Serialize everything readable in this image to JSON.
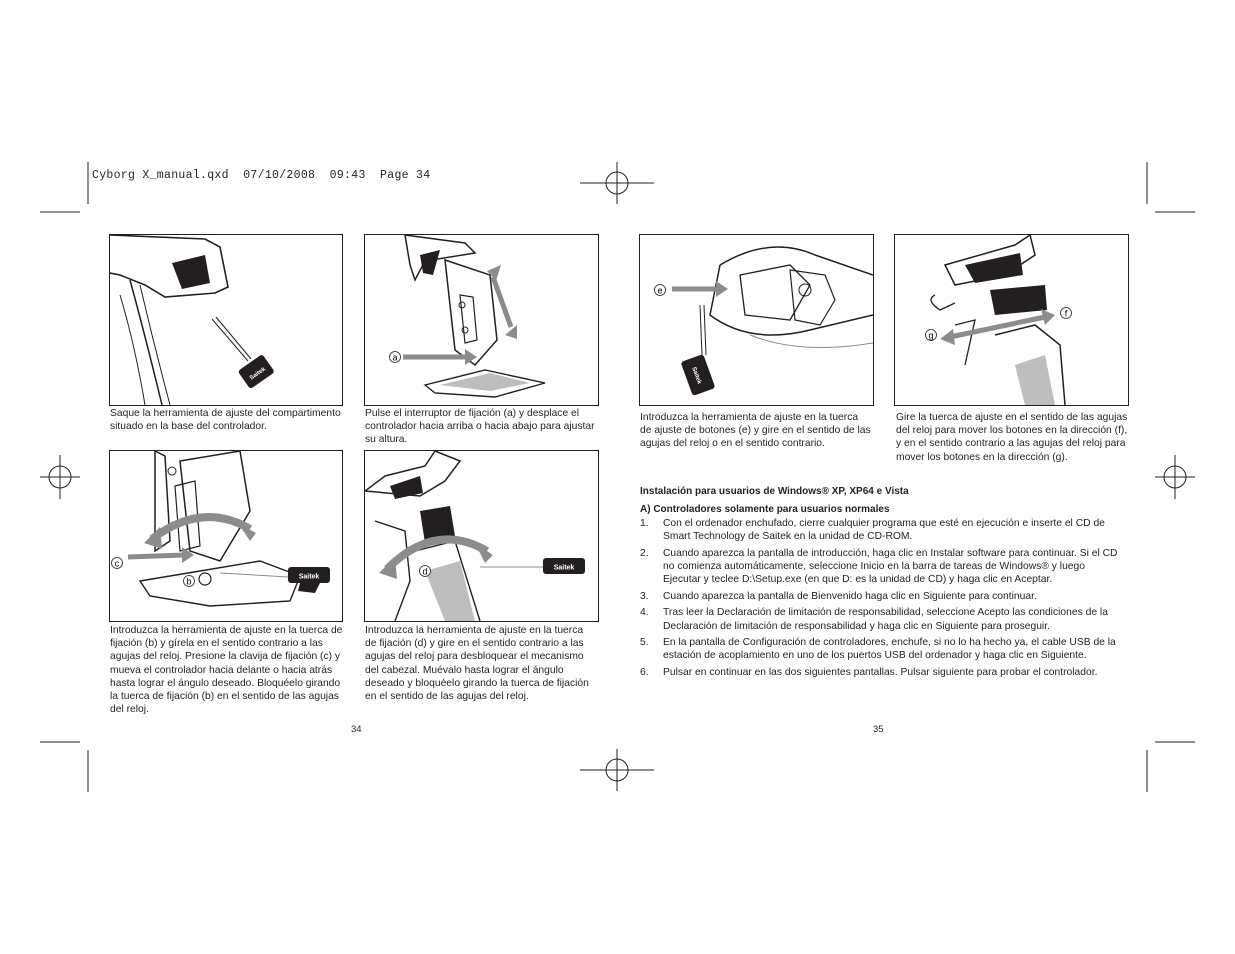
{
  "slug": "Cyborg X_manual.qxd  07/10/2008  09:43  Page 34",
  "left_page": {
    "page_number": "34",
    "figures": [
      {
        "caption": "Saque la herramienta de ajuste del compartimento situado en la base del controlador.",
        "tool_brand": "Saitek"
      },
      {
        "caption": "Pulse el interruptor de fijación (a) y desplace el controlador hacia arriba o hacia abajo para ajustar su altura.",
        "labels": [
          "a"
        ]
      },
      {
        "caption": "Introduzca la herramienta de ajuste en la tuerca de fijación (b) y gírela en el sentido contrario a las agujas del reloj. Presione la clavija de fijación (c) y mueva el controlador hacia delante o hacia atrás hasta lograr el ángulo deseado. Bloquéelo girando la tuerca de fijación (b) en el sentido de las agujas del reloj.",
        "labels": [
          "c",
          "b"
        ],
        "tool_brand": "Saitek"
      },
      {
        "caption": "Introduzca la herramienta de ajuste en la tuerca de fijación (d) y gire en el sentido contrario a las agujas del reloj para desbloquear el mecanismo del cabezal. Muévalo hasta lograr el ángulo deseado y bloquéelo girando la tuerca de fijación en el sentido de las agujas del reloj.",
        "labels": [
          "d"
        ],
        "tool_brand": "Saitek"
      }
    ]
  },
  "right_page": {
    "page_number": "35",
    "figures": [
      {
        "caption": "Introduzca la herramienta de ajuste en la tuerca de ajuste de botones (e) y gire en el sentido de las agujas del reloj o en el sentido contrario.",
        "labels": [
          "e"
        ],
        "tool_brand": "Saitek"
      },
      {
        "caption": "Gire la tuerca de ajuste en el sentido de las agujas del reloj para mover los botones en la dirección (f), y en el sentido contrario a las agujas del reloj para mover los botones en la dirección (g).",
        "labels": [
          "f",
          "g"
        ]
      }
    ],
    "heading": "Instalación para usuarios de Windows® XP, XP64 e Vista",
    "subheading": "A) Controladores solamente para usuarios normales",
    "steps": [
      {
        "n": "1.",
        "text": "Con el ordenador enchufado, cierre cualquier programa que esté en ejecución e inserte el CD de Smart Technology de Saitek en la unidad de CD-ROM."
      },
      {
        "n": "2.",
        "text": "Cuando aparezca la pantalla de introducción, haga clic en Instalar software para continuar. Si el CD no comienza automáticamente, seleccione Inicio en la barra de tareas de Windows® y luego Ejecutar y teclee D:\\Setup.exe (en que D: es la unidad de CD) y haga clic en Aceptar."
      },
      {
        "n": "3.",
        "text": "Cuando aparezca la pantalla de Bienvenido haga clic en Siguiente para continuar."
      },
      {
        "n": "4.",
        "text": "Tras leer la Declaración de limitación de responsabilidad, seleccione Acepto las condiciones de la Declaración de limitación de responsabilidad y haga clic en Siguiente para proseguir."
      },
      {
        "n": "5.",
        "text": "En la pantalla de Configuración de controladores, enchufe, si no lo ha hecho ya, el cable USB de la estación de acoplamiento en uno de los puertos USB del ordenador y haga clic en Siguiente."
      },
      {
        "n": "6.",
        "text": "Pulsar en continuar en las dos siguientes pantallas. Pulsar siguiente para probar el controlador."
      }
    ]
  }
}
